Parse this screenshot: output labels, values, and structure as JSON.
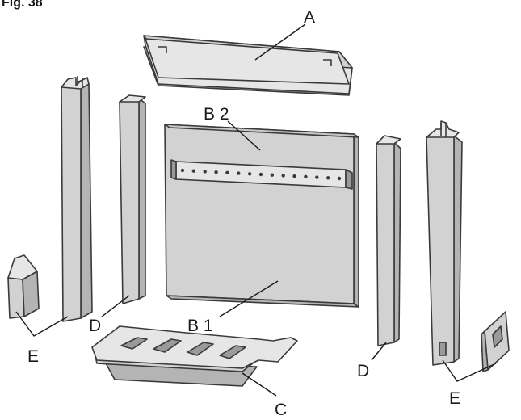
{
  "figure": {
    "label": "Fig. 38"
  },
  "parts": {
    "A": "A",
    "B2": "B 2",
    "B1": "B 1",
    "C": "C",
    "D_left": "D",
    "D_right": "D",
    "E_left": "E",
    "E_right": "E"
  },
  "colors": {
    "outline": "#3a3a3a",
    "face": "#d2d2d2",
    "side": "#b4b4b4",
    "top": "#e6e6e6"
  }
}
